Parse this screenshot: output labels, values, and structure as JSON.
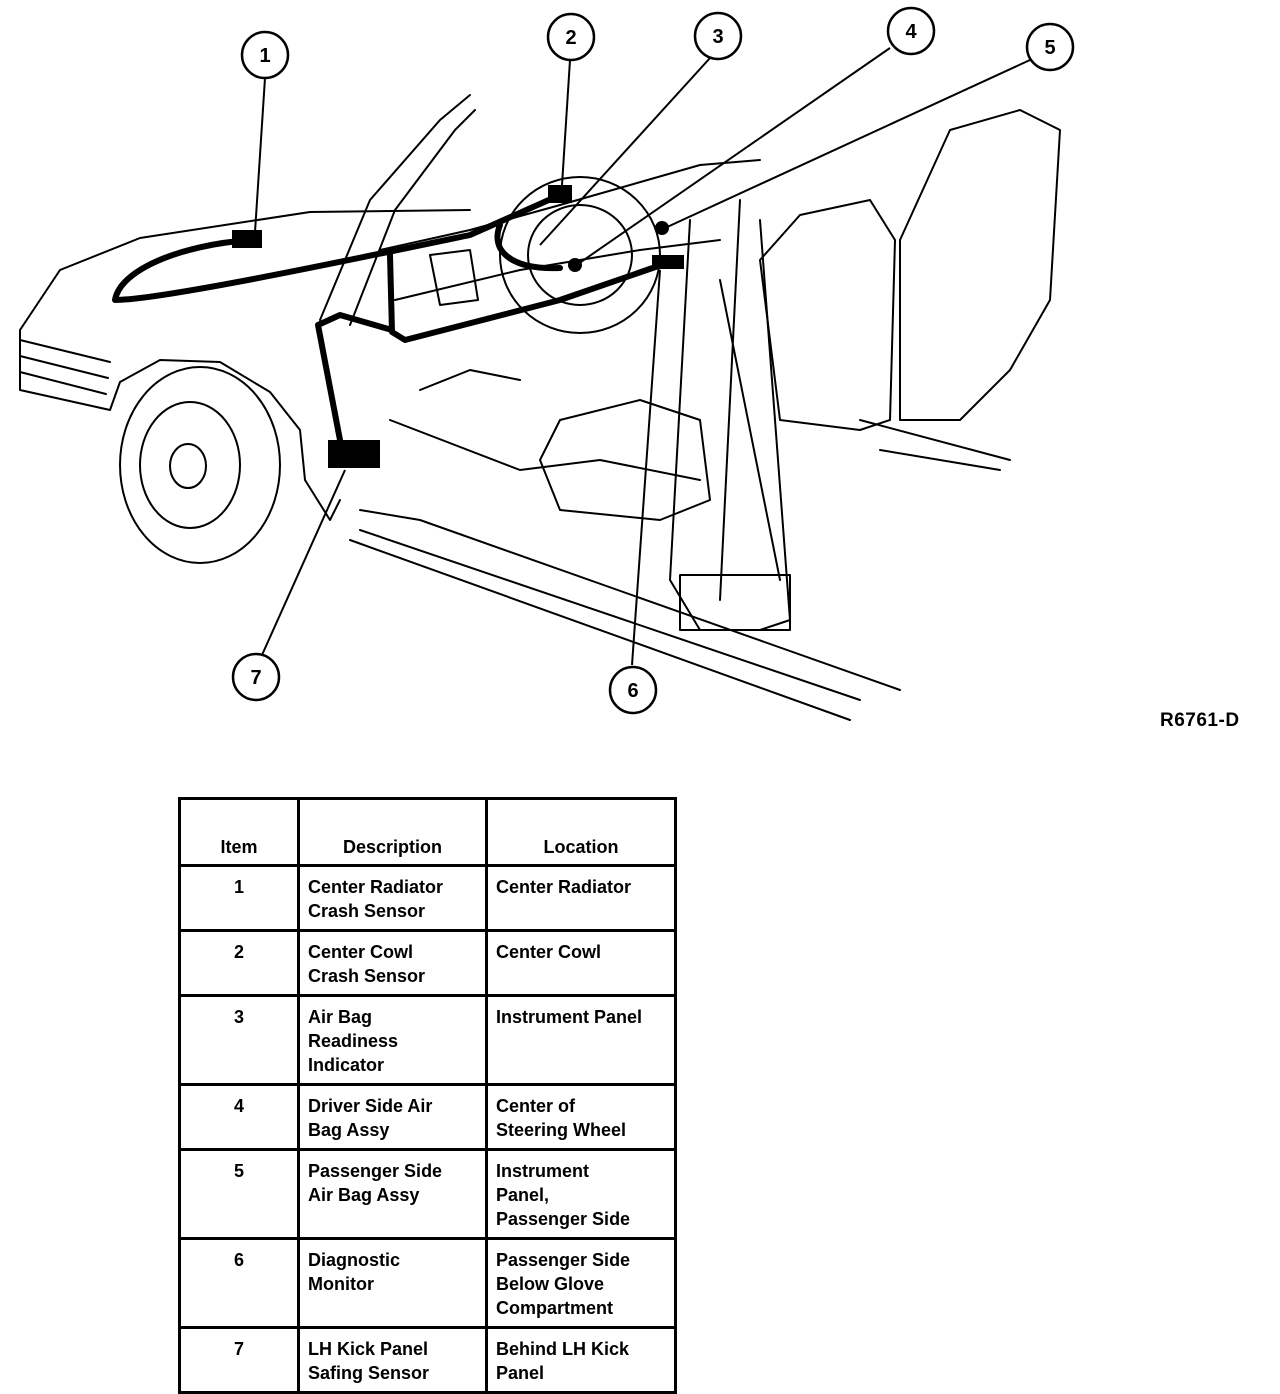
{
  "figure_id": "R6761-D",
  "callouts": [
    "1",
    "2",
    "3",
    "4",
    "5",
    "6",
    "7"
  ],
  "table": {
    "headers": [
      "Item",
      "Description",
      "Location"
    ],
    "rows": [
      {
        "item": "1",
        "description": [
          "Center Radiator",
          "Crash Sensor"
        ],
        "location": [
          "Center Radiator"
        ]
      },
      {
        "item": "2",
        "description": [
          "Center Cowl",
          "Crash Sensor"
        ],
        "location": [
          "Center Cowl"
        ]
      },
      {
        "item": "3",
        "description": [
          "Air Bag",
          "Readiness",
          "Indicator"
        ],
        "location": [
          "Instrument Panel"
        ]
      },
      {
        "item": "4",
        "description": [
          "Driver Side Air",
          "Bag Assy"
        ],
        "location": [
          "Center of",
          "Steering Wheel"
        ]
      },
      {
        "item": "5",
        "description": [
          "Passenger Side",
          "Air Bag Assy"
        ],
        "location": [
          "Instrument",
          "Panel,",
          "Passenger Side"
        ]
      },
      {
        "item": "6",
        "description": [
          "Diagnostic",
          "Monitor"
        ],
        "location": [
          "Passenger Side",
          "Below Glove",
          "Compartment"
        ]
      },
      {
        "item": "7",
        "description": [
          "LH Kick Panel",
          "Safing Sensor"
        ],
        "location": [
          "Behind LH Kick",
          "Panel"
        ]
      }
    ]
  }
}
